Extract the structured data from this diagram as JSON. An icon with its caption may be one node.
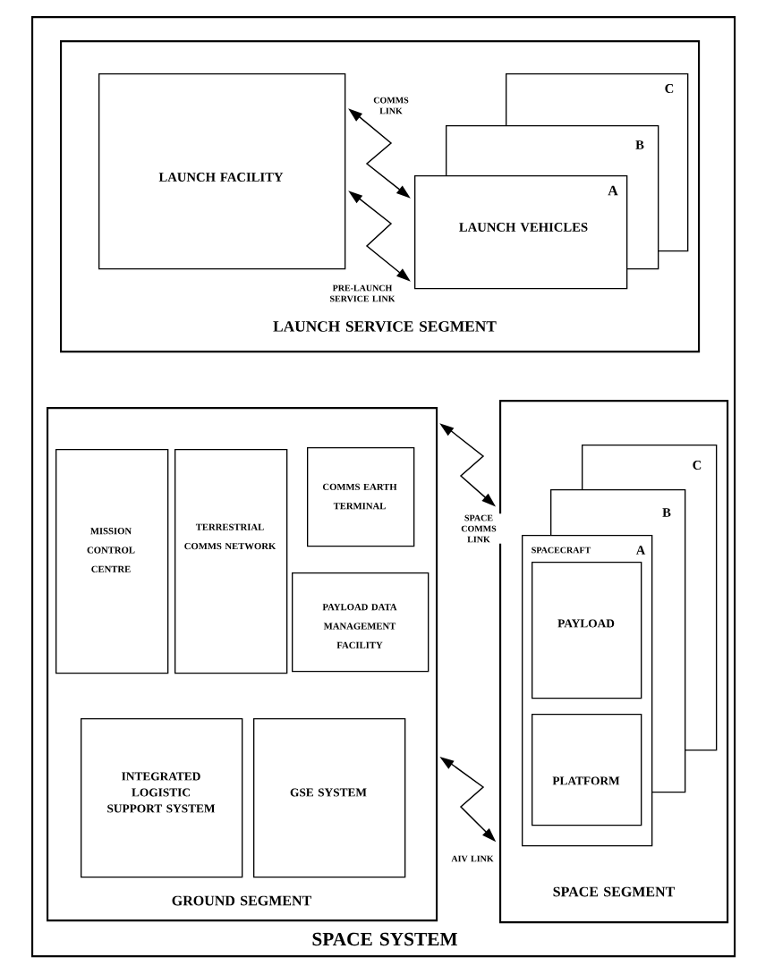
{
  "diagram": {
    "nodes": [
      {
        "text": [
          "SPACE SYSTEM"
        ]
      },
      {
        "text": [
          "LAUNCH SERVICE SEGMENT"
        ],
        "in": 0
      },
      {
        "text": [
          "LAUNCH FACILITY"
        ],
        "in": 1
      },
      {
        "text": [
          "C"
        ],
        "in": 1
      },
      {
        "text": [
          "B"
        ],
        "in": 1
      },
      {
        "text": [
          "A",
          "LAUNCH VEHICLES"
        ],
        "in": 1
      },
      {
        "text": [
          "GROUND SEGMENT"
        ],
        "in": 0
      },
      {
        "text": [
          "MISSION CONTROL CENTRE"
        ],
        "in": 6
      },
      {
        "text": [
          "TERRESTRIAL COMMS NETWORK"
        ],
        "in": 6
      },
      {
        "text": [
          "COMMS EARTH TERMINAL"
        ],
        "in": 6
      },
      {
        "text": [
          "PAYLOAD DATA MANAGEMENT FACILITY"
        ],
        "in": 6
      },
      {
        "text": [
          "INTEGRATED LOGISTIC SUPPORT SYSTEM"
        ],
        "in": 6
      },
      {
        "text": [
          "GSE SYSTEM"
        ],
        "in": 6
      },
      {
        "text": [
          "SPACE SEGMENT"
        ],
        "in": 0
      },
      {
        "text": [
          "C"
        ],
        "in": 13
      },
      {
        "text": [
          "B"
        ],
        "in": 13
      },
      {
        "text": [
          "SPACECRAFT",
          "A"
        ],
        "in": 13
      },
      {
        "text": [
          "PAYLOAD"
        ],
        "in": 16
      },
      {
        "text": [
          "PLATFORM"
        ],
        "in": 16
      }
    ],
    "edges": [
      {
        "from": 2,
        "to": 5,
        "arrow": "both",
        "label": "COMMS LINK"
      },
      {
        "from": 2,
        "to": 5,
        "arrow": "both",
        "label": "PRE-LAUNCH SERVICE LINK"
      },
      {
        "from": 6,
        "to": 13,
        "arrow": "both",
        "label": "SPACE COMMS LINK"
      },
      {
        "from": 6,
        "to": 13,
        "arrow": "both",
        "label": "AIV LINK"
      }
    ]
  }
}
